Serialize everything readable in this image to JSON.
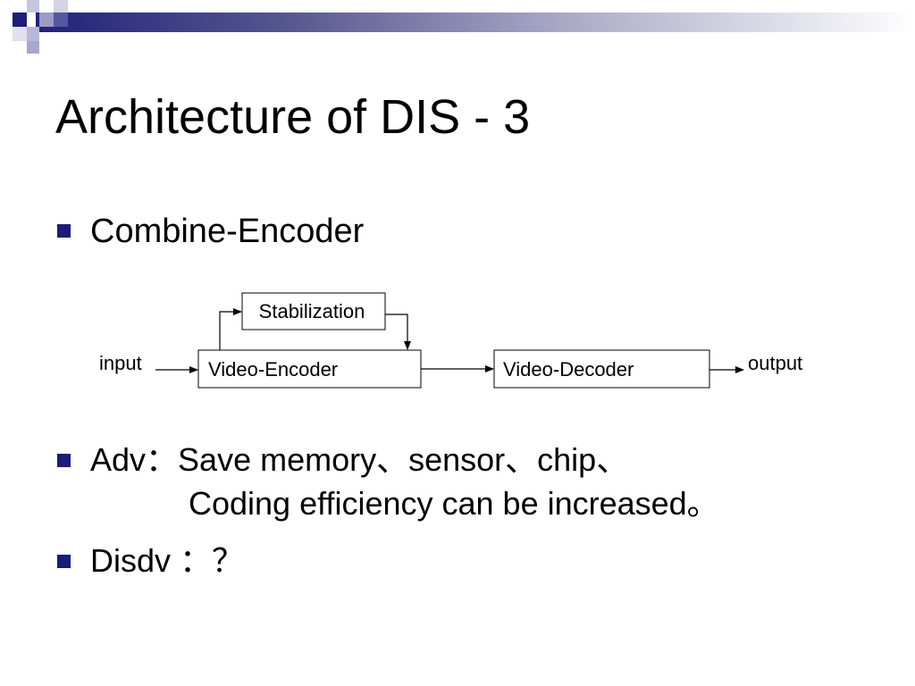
{
  "slide": {
    "title": "Architecture of DIS - 3",
    "accent_color": "#1b1b7a",
    "bullets": [
      {
        "text": "Combine-Encoder"
      },
      {
        "text": "Adv：Save memory、sensor、chip、",
        "continuation": "Coding efficiency can be increased。"
      },
      {
        "text": "Disdv ：？"
      }
    ]
  },
  "diagram": {
    "input_label": "input",
    "output_label": "output",
    "blocks": {
      "stabilization": "Stabilization",
      "encoder": "Video-Encoder",
      "decoder": "Video-Decoder"
    }
  }
}
